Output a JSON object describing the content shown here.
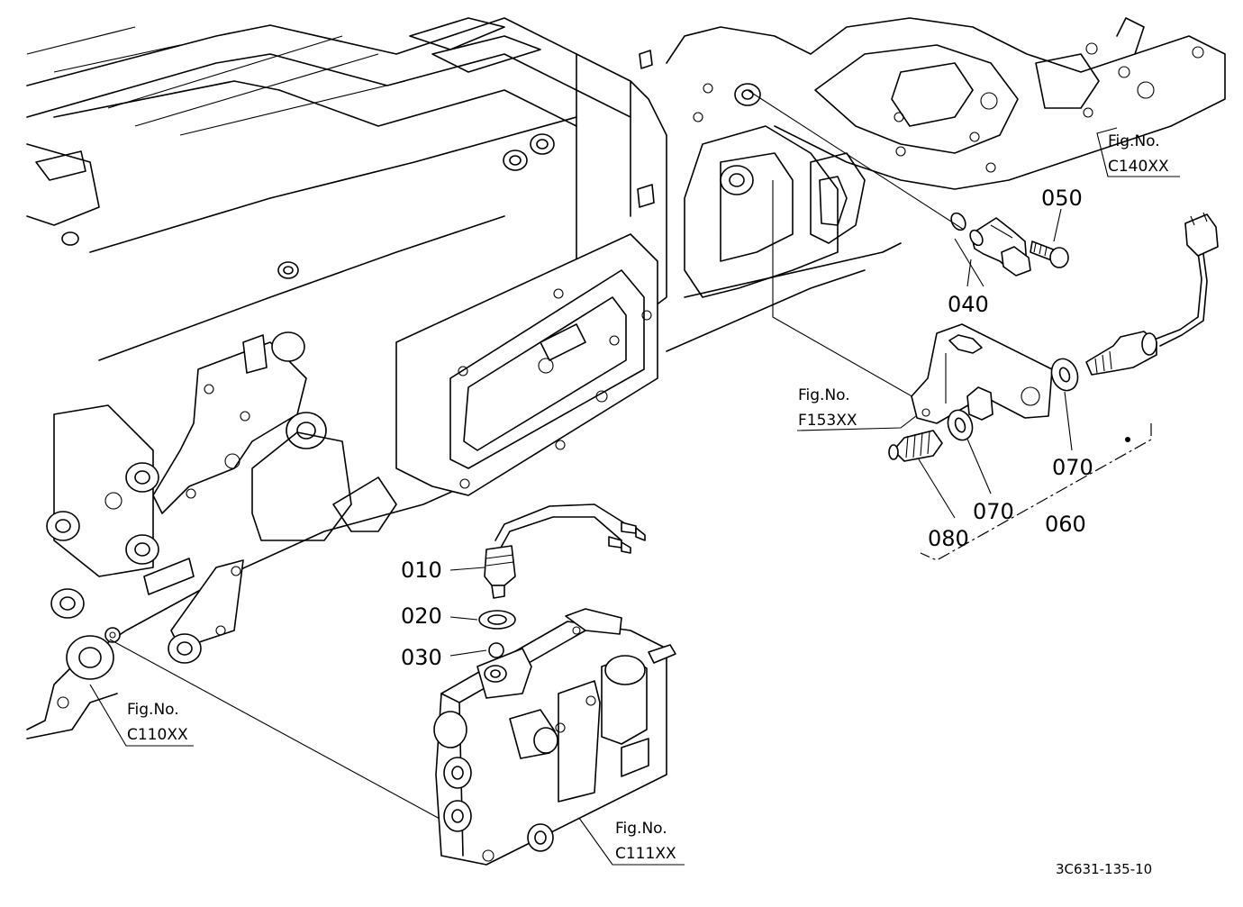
{
  "callouts": {
    "p010": "010",
    "p020": "020",
    "p030": "030",
    "p040": "040",
    "p050": "050",
    "p060": "060",
    "p070a": "070",
    "p070b": "070",
    "p080": "080"
  },
  "figure_refs": {
    "c140": {
      "line1": "Fig.No.",
      "line2": "C140XX"
    },
    "f153": {
      "line1": "Fig.No.",
      "line2": "F153XX"
    },
    "c110": {
      "line1": "Fig.No.",
      "line2": "C110XX"
    },
    "c111": {
      "line1": "Fig.No.",
      "line2": "C111XX"
    }
  },
  "document_id": "3C631-135-10"
}
